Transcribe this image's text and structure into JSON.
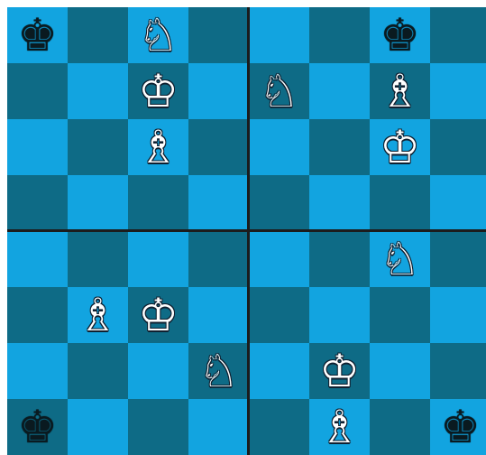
{
  "board": {
    "light_color": "#12a4e0",
    "dark_color": "#0e6b86",
    "divider_color": "#1c1c1c"
  },
  "puzzles": [
    {
      "id": "top-left",
      "pieces": [
        {
          "type": "king",
          "color": "black",
          "glyph": "♚",
          "square": "a4"
        },
        {
          "type": "knight",
          "color": "white",
          "glyph": "♘",
          "square": "c4"
        },
        {
          "type": "king",
          "color": "white",
          "glyph": "♔",
          "square": "c3"
        },
        {
          "type": "bishop",
          "color": "white",
          "glyph": "♗",
          "square": "c2"
        }
      ]
    },
    {
      "id": "top-right",
      "pieces": [
        {
          "type": "king",
          "color": "black",
          "glyph": "♚",
          "square": "c4"
        },
        {
          "type": "knight",
          "color": "white",
          "glyph": "♘",
          "square": "a3"
        },
        {
          "type": "bishop",
          "color": "white",
          "glyph": "♗",
          "square": "c3"
        },
        {
          "type": "king",
          "color": "white",
          "glyph": "♔",
          "square": "c2"
        }
      ]
    },
    {
      "id": "bottom-left",
      "pieces": [
        {
          "type": "bishop",
          "color": "white",
          "glyph": "♗",
          "square": "b3"
        },
        {
          "type": "king",
          "color": "white",
          "glyph": "♔",
          "square": "c3"
        },
        {
          "type": "knight",
          "color": "white",
          "glyph": "♘",
          "square": "d2"
        },
        {
          "type": "king",
          "color": "black",
          "glyph": "♚",
          "square": "a1"
        }
      ]
    },
    {
      "id": "bottom-right",
      "pieces": [
        {
          "type": "knight",
          "color": "white",
          "glyph": "♘",
          "square": "c4"
        },
        {
          "type": "king",
          "color": "white",
          "glyph": "♔",
          "square": "b2"
        },
        {
          "type": "bishop",
          "color": "white",
          "glyph": "♗",
          "square": "b1"
        },
        {
          "type": "king",
          "color": "black",
          "glyph": "♚",
          "square": "d1"
        }
      ]
    }
  ]
}
